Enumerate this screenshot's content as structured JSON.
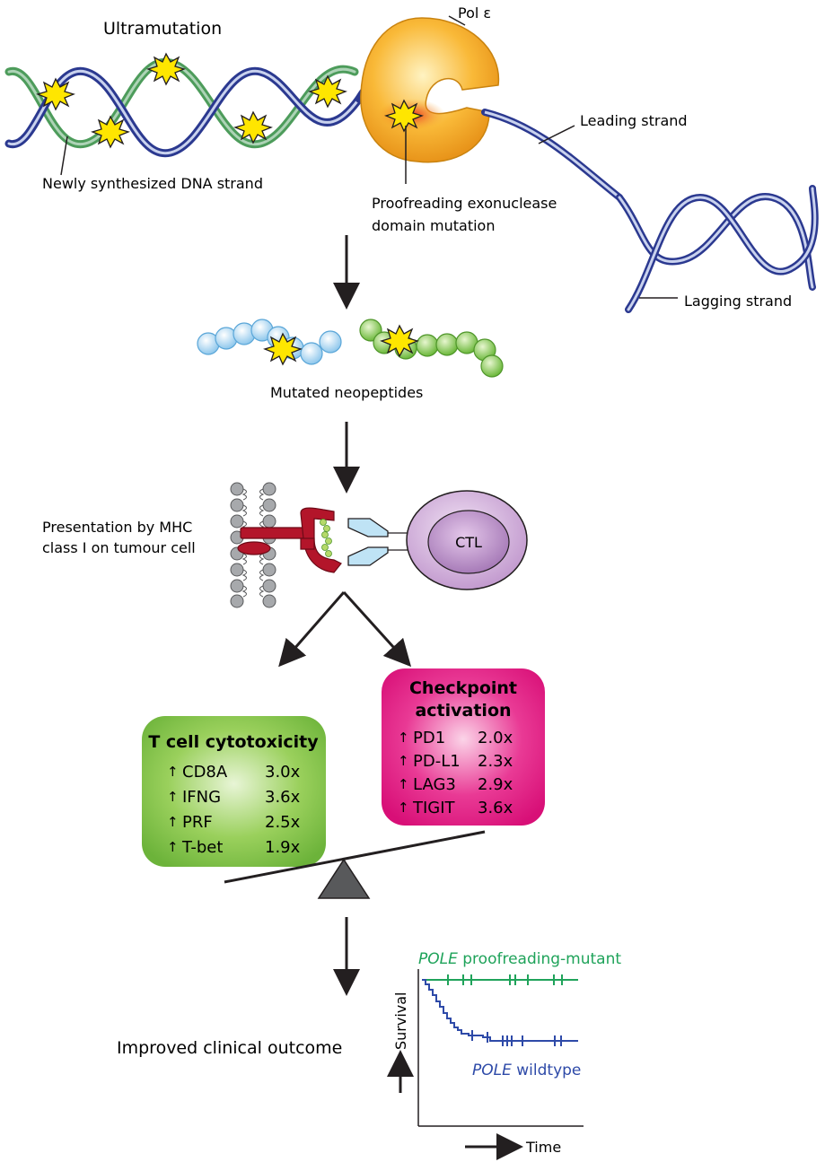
{
  "labels": {
    "ultramutation": "Ultramutation",
    "pol_epsilon": "Pol ε",
    "leading_strand": "Leading strand",
    "lagging_strand": "Lagging strand",
    "newly_synthesized": "Newly synthesized DNA strand",
    "proofreading_line1": "Proofreading exonuclease",
    "proofreading_line2": "domain mutation",
    "neopeptides": "Mutated neopeptides",
    "presentation_line1": "Presentation by MHC",
    "presentation_line2": "class I on tumour cell",
    "ctl": "CTL",
    "improved_outcome": "Improved clinical outcome"
  },
  "cytotoxicity": {
    "title": "T cell cytotoxicity",
    "arrow_glyph": "↑",
    "items": [
      {
        "gene": "CD8A",
        "fold": "3.0x"
      },
      {
        "gene": "IFNG",
        "fold": "3.6x"
      },
      {
        "gene": "PRF",
        "fold": "2.5x"
      },
      {
        "gene": "T-bet",
        "fold": "1.9x"
      }
    ]
  },
  "checkpoint": {
    "title_line1": "Checkpoint",
    "title_line2": "activation",
    "arrow_glyph": "↑",
    "items": [
      {
        "gene": "PD1",
        "fold": "2.0x"
      },
      {
        "gene": "PD-L1",
        "fold": "2.3x"
      },
      {
        "gene": "LAG3",
        "fold": "2.9x"
      },
      {
        "gene": "TIGIT",
        "fold": "3.6x"
      }
    ]
  },
  "survival": {
    "ylabel": "Survival",
    "xlabel": "Time",
    "mutant_italic": "POLE",
    "mutant_rest": " proofreading-mutant",
    "wildtype_italic": "POLE",
    "wildtype_rest": " wildtype"
  },
  "colors": {
    "dna_blue": "#2b3990",
    "dna_green": "#2e8b3e",
    "pol_orange": "#f7a823",
    "mhc_red": "#b3152a",
    "green_box": "#7cc242",
    "pink_box": "#e0157f",
    "mutant_line": "#1fa35a",
    "wildtype_line": "#2e4aa8",
    "ctl_purple": "#c69ad0"
  }
}
